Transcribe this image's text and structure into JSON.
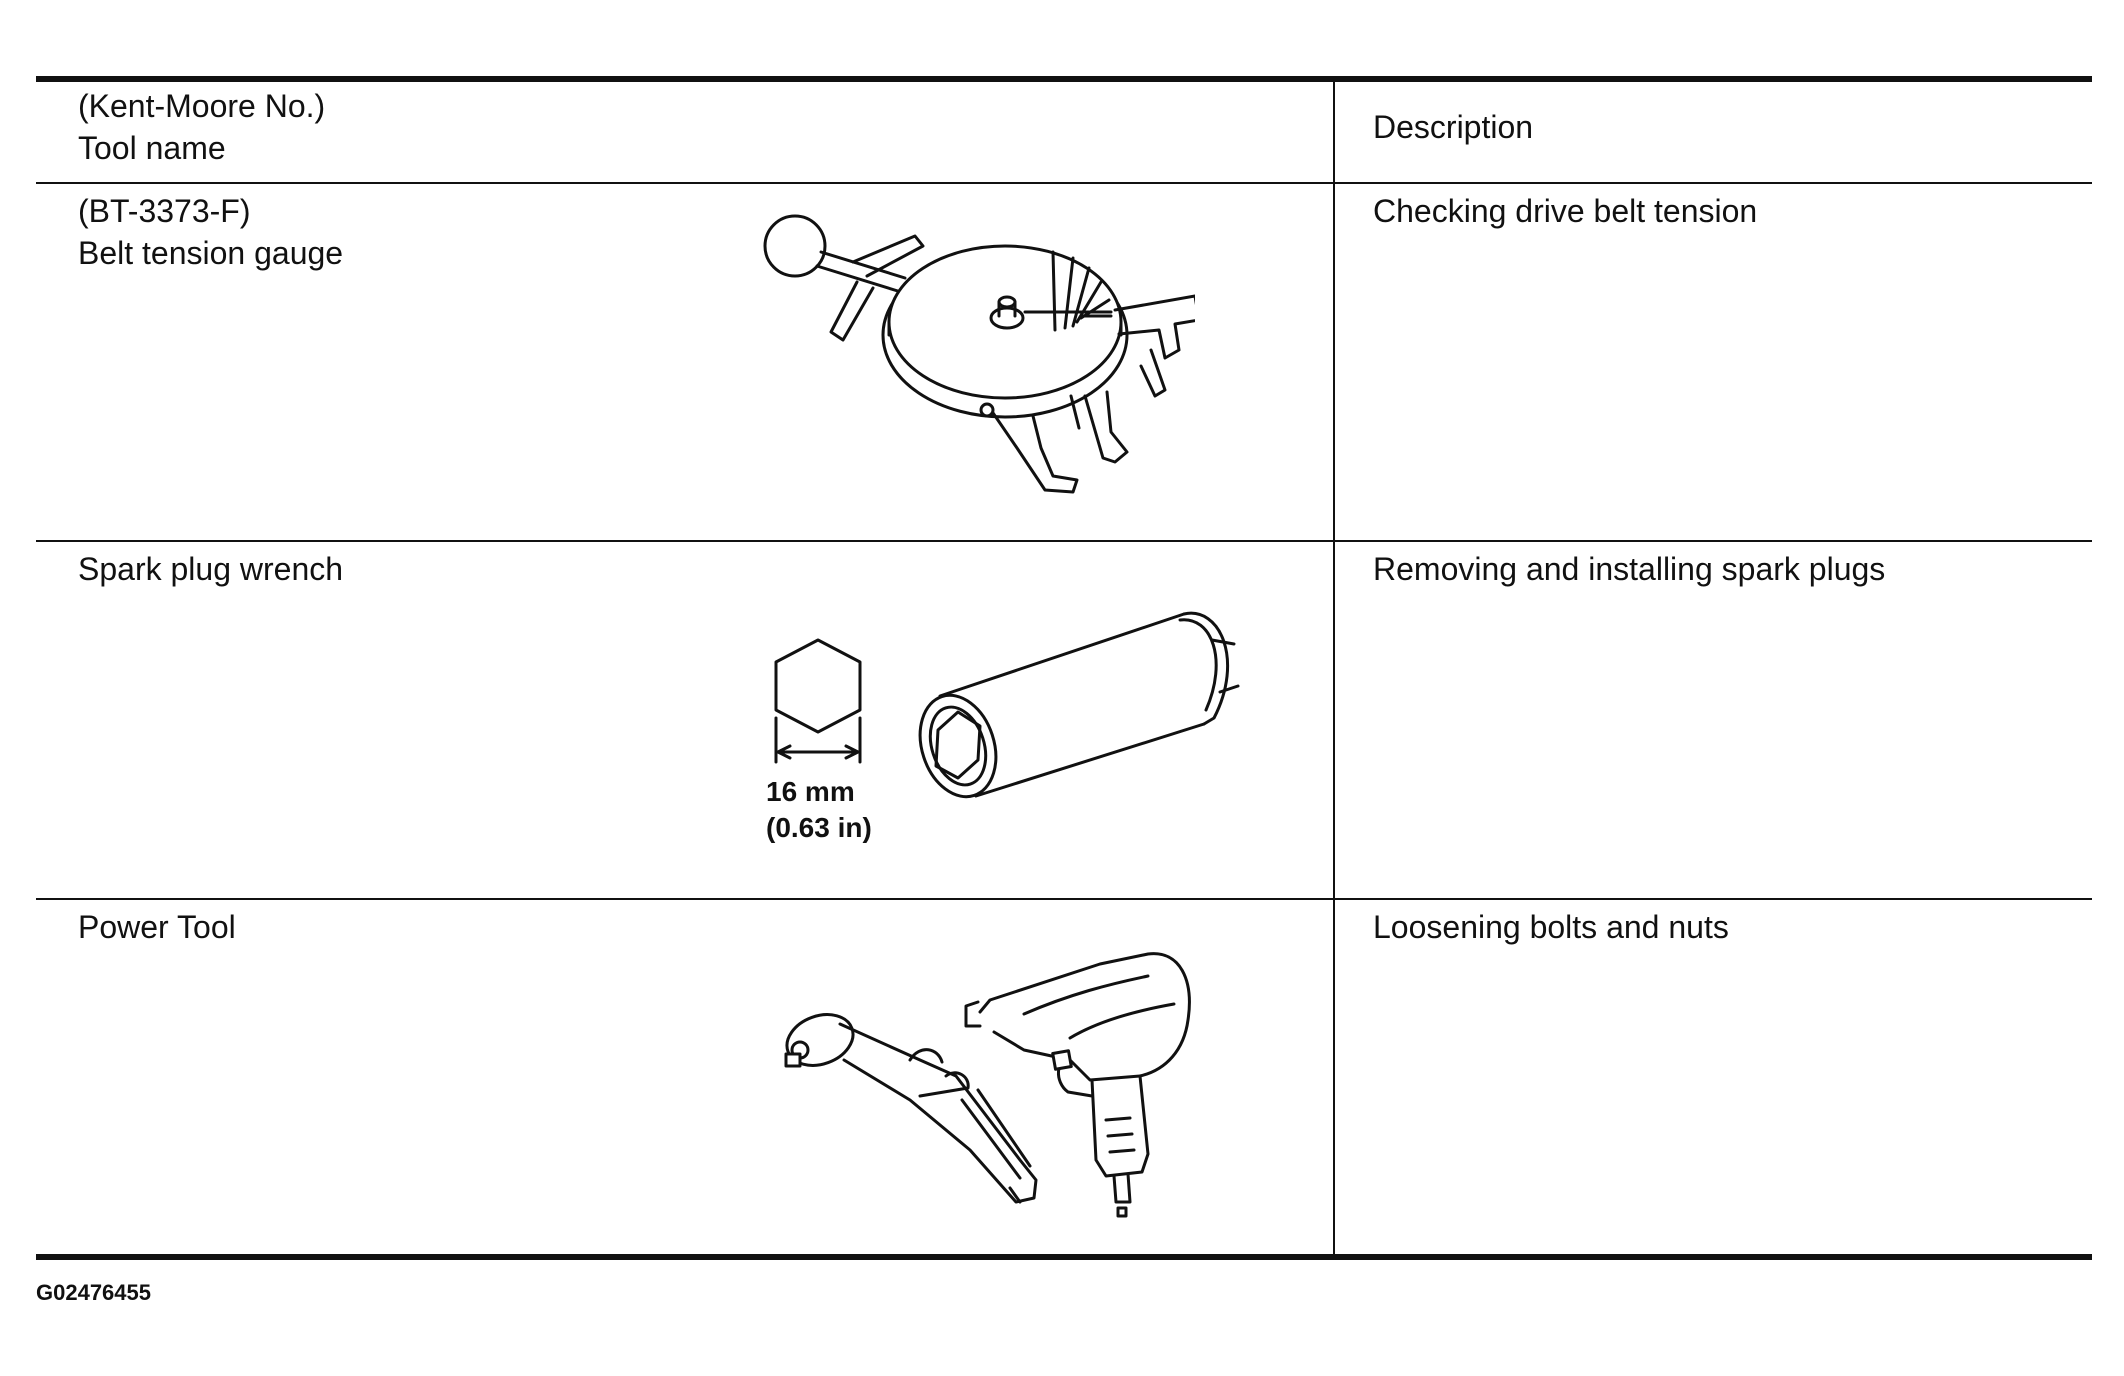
{
  "header": {
    "tool_col_line1": "(Kent-Moore No.)",
    "tool_col_line2": "Tool name",
    "desc_col": "Description"
  },
  "rows": [
    {
      "tool_number": "(BT-3373-F)",
      "tool_name": "Belt tension gauge",
      "description": "Checking drive belt tension",
      "illustration": "belt-tension-gauge-icon"
    },
    {
      "tool_name": "Spark plug wrench",
      "description": "Removing and installing spark plugs",
      "illustration": "spark-plug-socket-icon",
      "dimension_mm": "16 mm",
      "dimension_in": "(0.63 in)"
    },
    {
      "tool_name": "Power Tool",
      "description": "Loosening bolts and nuts",
      "illustration": "air-ratchet-and-impact-wrench-icon"
    }
  ],
  "figure_code": "G02476455"
}
